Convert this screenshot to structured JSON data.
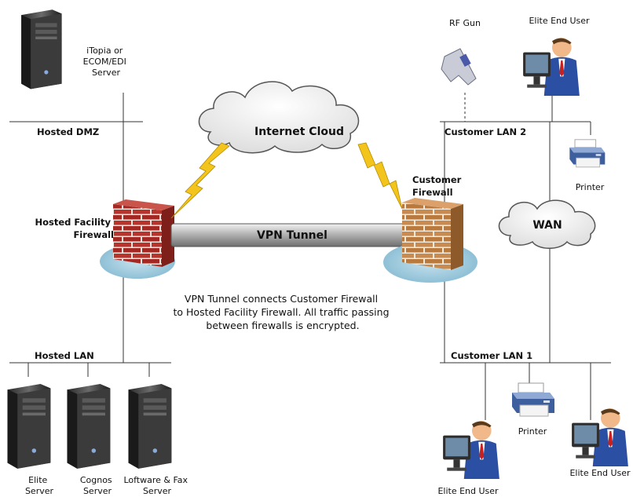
{
  "hosted": {
    "top_server_label": [
      "iTopia or",
      "ECOM/EDI",
      "Server"
    ],
    "dmz_label": "Hosted DMZ",
    "firewall_label": [
      "Hosted Facility",
      "Firewall"
    ],
    "lan_label": "Hosted LAN",
    "servers": [
      {
        "label": [
          "Elite",
          "Server"
        ]
      },
      {
        "label": [
          "Cognos",
          "Server"
        ]
      },
      {
        "label": [
          "Loftware & Fax",
          "Server"
        ]
      }
    ]
  },
  "internet_cloud_label": "Internet Cloud",
  "vpn_tunnel_label": "VPN Tunnel",
  "caption": [
    "VPN Tunnel connects Customer Firewall",
    "to Hosted Facility Firewall. All traffic passing",
    "between firewalls is encrypted."
  ],
  "customer": {
    "firewall_label": [
      "Customer",
      "Firewall"
    ],
    "lan2_label": "Customer LAN 2",
    "rf_gun_label": "RF Gun",
    "lan2_user_label": "Elite End User",
    "printer_top_label": "Printer",
    "wan_label": "WAN",
    "lan1_label": "Customer LAN 1",
    "printer_bottom_label": "Printer",
    "lan1_user_left_label": "Elite End User",
    "lan1_user_right_label": "Elite End User"
  },
  "colors": {
    "brick_red": "#b8332c",
    "brick_tan": "#c98a4f",
    "tunnel_gray": "#9a9a9a",
    "shadow_blue": "#a9cfe0",
    "bolt_yellow": "#f3c51c"
  }
}
